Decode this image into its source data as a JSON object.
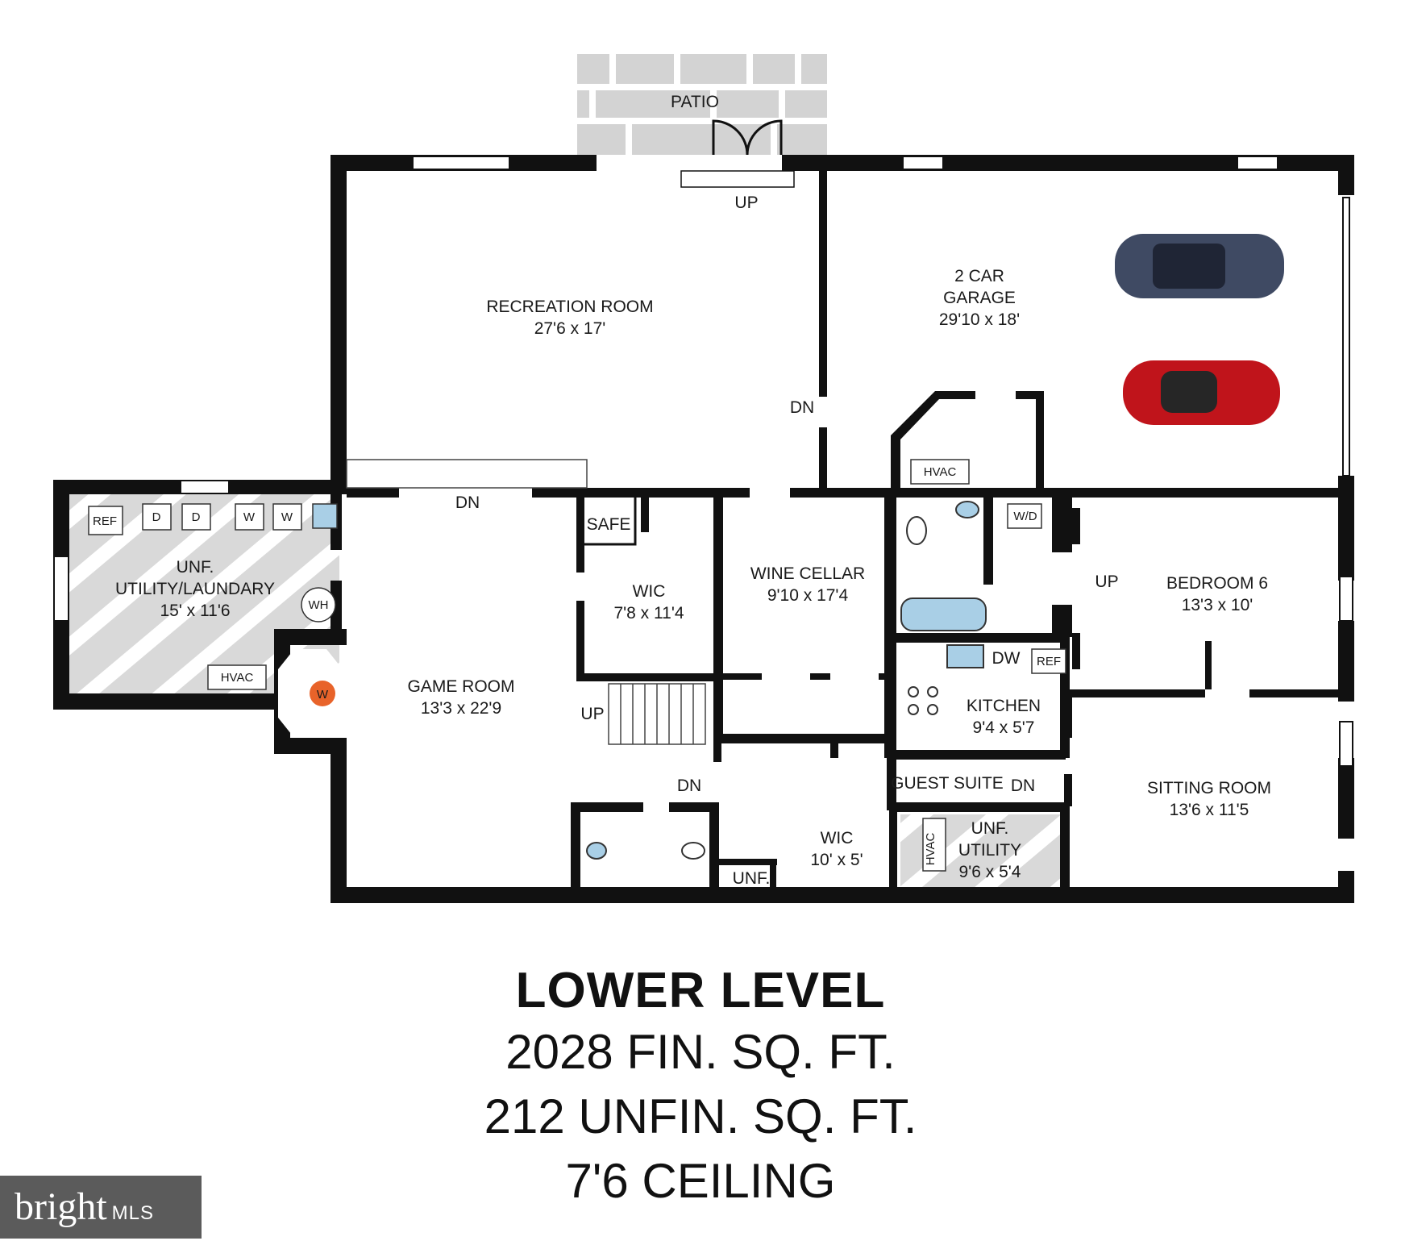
{
  "title": "LOWER LEVEL",
  "finished_area": "2028 FIN. SQ. FT.",
  "unfinished_area": "212 UNFIN. SQ. FT.",
  "ceiling": "7'6 CEILING",
  "logo": {
    "brand": "bright",
    "suffix": "MLS"
  },
  "rooms": {
    "patio": "PATIO",
    "recreation": {
      "name": "RECREATION ROOM",
      "size": "27'6 x 17'"
    },
    "garage": {
      "name_1": "2 CAR",
      "name_2": "GARAGE",
      "size": "29'10 x 18'"
    },
    "laundry": {
      "name_1": "UNF.",
      "name_2": "UTILITY/LAUNDARY",
      "size": "15' x 11'6"
    },
    "game": {
      "name": "GAME ROOM",
      "size": "13'3 x 22'9"
    },
    "wic1": {
      "name": "WIC",
      "size": "7'8 x 11'4"
    },
    "wine": {
      "name": "WINE CELLAR",
      "size": "9'10 x 17'4"
    },
    "bedroom": {
      "name": "BEDROOM 6",
      "size": "13'3 x 10'"
    },
    "kitchen": {
      "name": "KITCHEN",
      "size": "9'4 x 5'7"
    },
    "sitting": {
      "name": "SITTING ROOM",
      "size": "13'6 x 11'5"
    },
    "wic2": {
      "name": "WIC",
      "size": "10' x 5'"
    },
    "utility": {
      "name_1": "UNF.",
      "name_2": "UTILITY",
      "size": "9'6 x 5'4"
    },
    "guest_suite": "GUEST SUITE",
    "unf_closet": "UNF.",
    "safe": "SAFE"
  },
  "fixtures": {
    "ref": "REF",
    "d": "D",
    "w": "W",
    "wh": "WH",
    "hvac": "HVAC",
    "wd": "W/D",
    "dw": "DW",
    "fireplace": "W"
  },
  "stairs": {
    "up": "UP",
    "dn": "DN"
  },
  "colors": {
    "wall": "#111111",
    "patio": "#d3d3d3",
    "unfinished": "#d9d9d9",
    "tub": "#a9cfe6",
    "car_blue": "#3f4a63",
    "car_red": "#c0141b",
    "fire": "#e8632a",
    "logo_bg": "#5b5b5b"
  }
}
